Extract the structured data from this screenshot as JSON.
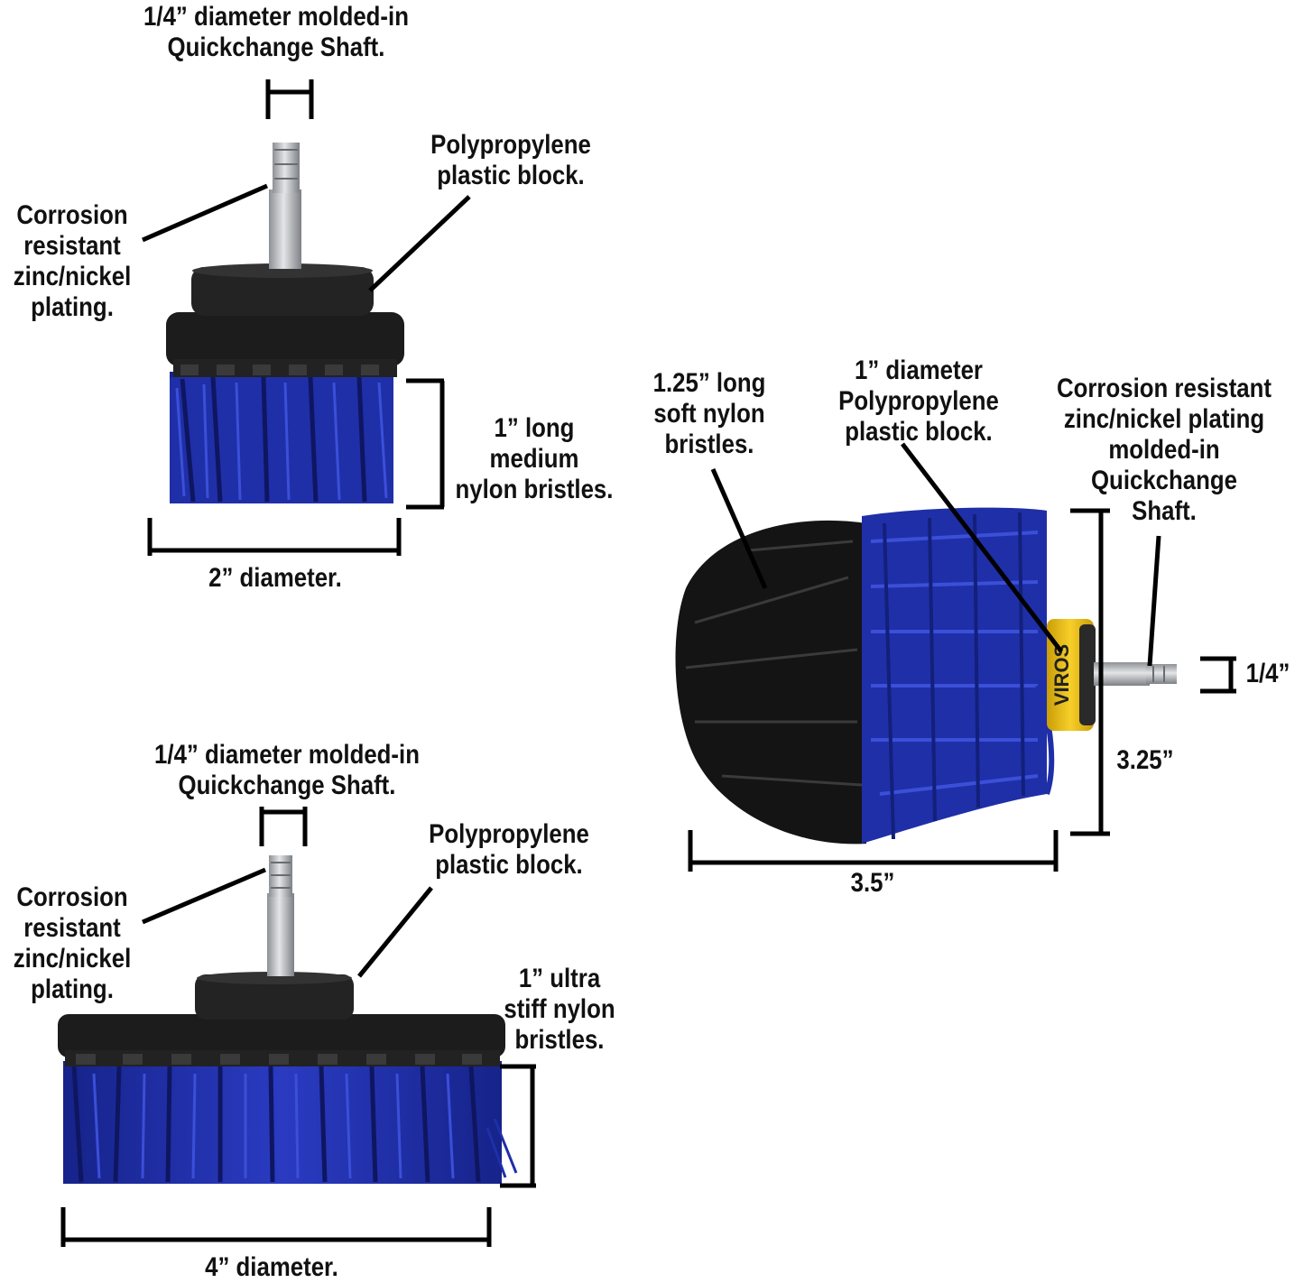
{
  "brush_small": {
    "shaft_label": [
      "1/4” diameter molded-in",
      "Quickchange Shaft."
    ],
    "block_label": [
      "Polypropylene",
      "plastic block."
    ],
    "plating_label": [
      "Corrosion",
      "resistant",
      "zinc/nickel",
      "plating."
    ],
    "bristle_label": [
      "1” long",
      "medium",
      "nylon bristles."
    ],
    "diameter_label": "2” diameter."
  },
  "brush_large": {
    "shaft_label": [
      "1/4” diameter molded-in",
      "Quickchange Shaft."
    ],
    "block_label": [
      "Polypropylene",
      "plastic block."
    ],
    "plating_label": [
      "Corrosion",
      "resistant",
      "zinc/nickel",
      "plating."
    ],
    "bristle_label": [
      "1” ultra",
      "stiff nylon",
      "bristles."
    ],
    "diameter_label": "4” diameter."
  },
  "brush_round": {
    "bristle_label": [
      "1.25” long",
      "soft nylon",
      "bristles."
    ],
    "block_label": [
      "1” diameter",
      "Polypropylene",
      "plastic block."
    ],
    "plating_label": [
      "Corrosion resistant",
      "zinc/nickel plating",
      "molded-in",
      "Quickchange",
      "Shaft."
    ],
    "width_label": "3.5”",
    "height_label": "3.25”",
    "shaft_label": "1/4”",
    "brand_text": "VIROS"
  },
  "colors": {
    "bristle_blue": "#1f2fa8",
    "bristle_black": "#141414",
    "block_black": "#1c1c1c",
    "metal": "#b9bcc0",
    "collar_yellow": "#f2c417"
  }
}
